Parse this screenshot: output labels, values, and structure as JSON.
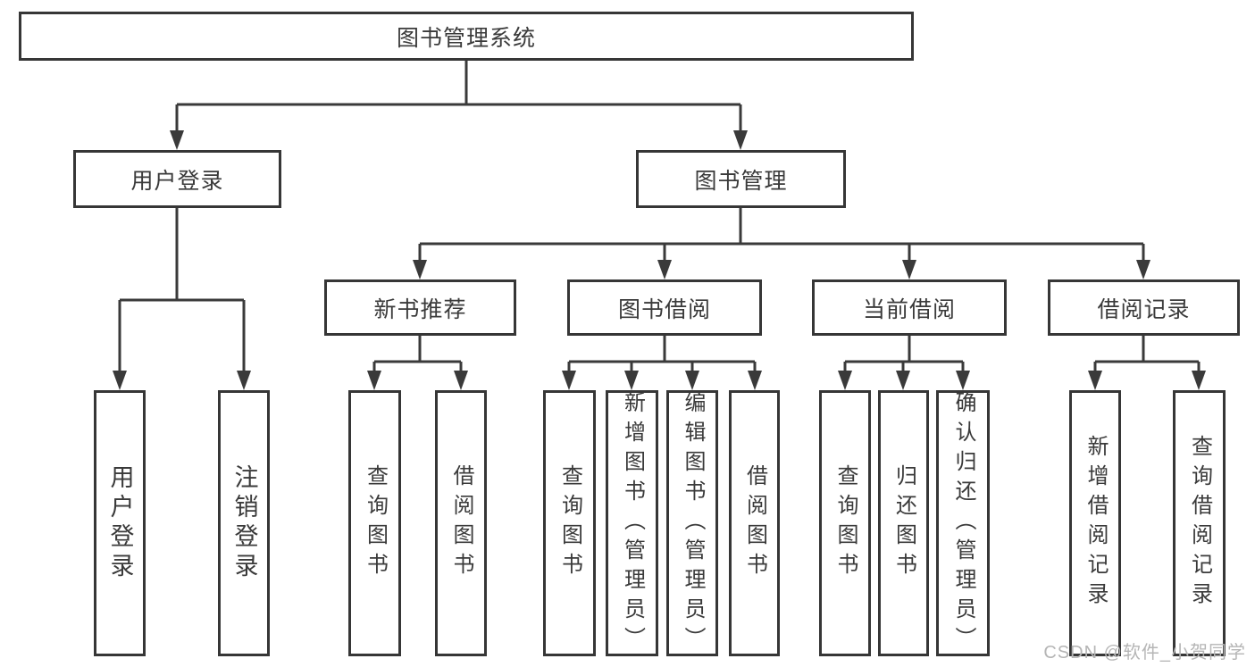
{
  "diagram": {
    "root": {
      "label": "图书管理系统"
    },
    "user_login": {
      "label": "用户登录",
      "children": {
        "login": {
          "label": "用户登录"
        },
        "logout": {
          "label": "注销登录"
        }
      }
    },
    "book_mgmt": {
      "label": "图书管理",
      "children": {
        "new_book_rec": {
          "label": "新书推荐",
          "children": {
            "query_books": {
              "label": "查询图书"
            },
            "borrow_books": {
              "label": "借阅图书"
            }
          }
        },
        "book_borrow": {
          "label": "图书借阅",
          "children": {
            "query_books": {
              "label": "查询图书"
            },
            "add_books": {
              "label": "新增图书（管理员）"
            },
            "edit_books": {
              "label": "编辑图书（管理员）"
            },
            "borrow_books": {
              "label": "借阅图书"
            }
          }
        },
        "current_borrow": {
          "label": "当前借阅",
          "children": {
            "query_books": {
              "label": "查询图书"
            },
            "return_books": {
              "label": "归还图书"
            },
            "confirm_return": {
              "label": "确认归还（管理员）"
            }
          }
        },
        "borrow_records": {
          "label": "借阅记录",
          "children": {
            "add_record": {
              "label": "新增借阅记录"
            },
            "query_record": {
              "label": "查询借阅记录"
            }
          }
        }
      }
    }
  },
  "watermark": "CSDN @软件_小贺同学"
}
